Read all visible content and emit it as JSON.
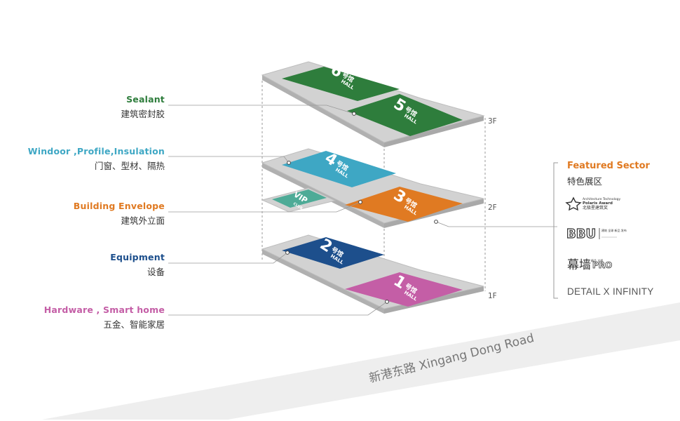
{
  "colors": {
    "green": "#2e7d3c",
    "teal": "#3ea7c4",
    "orange": "#e07a22",
    "navy": "#1d4f8c",
    "pink": "#c45ea6",
    "gray_plate": "#c9c9c9",
    "road": "#eeeeee"
  },
  "labels": [
    {
      "en": "Sealant",
      "zh": "建筑密封胶",
      "color": "#2e7d3c"
    },
    {
      "en": "Windoor ,Profile,Insulation",
      "zh": "门窗、型材、隔热",
      "color": "#3ea7c4"
    },
    {
      "en": "Building Envelope",
      "zh": "建筑外立面",
      "color": "#e07a22"
    },
    {
      "en": "Equipment",
      "zh": "设备",
      "color": "#1d4f8c"
    },
    {
      "en": "Hardware , Smart home",
      "zh": "五金、智能家居",
      "color": "#c45ea6"
    }
  ],
  "floors": {
    "f3": "3F",
    "f2": "2F",
    "f1": "1F"
  },
  "halls": {
    "h6": {
      "num": "6",
      "zh": "号馆",
      "en": "HALL"
    },
    "h5": {
      "num": "5",
      "zh": "号馆",
      "en": "HALL"
    },
    "h4": {
      "num": "4",
      "zh": "号馆",
      "en": "HALL"
    },
    "h3": {
      "num": "3",
      "zh": "号馆",
      "en": "HALL"
    },
    "h2": {
      "num": "2",
      "zh": "号馆",
      "en": "HALL"
    },
    "h1": {
      "num": "1",
      "zh": "号馆",
      "en": "HALL"
    },
    "club": {
      "name": "VIP",
      "sub": "CLUB"
    }
  },
  "featured": {
    "title": "Featured Sector",
    "zh": "特色展区",
    "polaris_en1": "Architecture Technology",
    "polaris_en2": "Polaris Award",
    "polaris_zh": "北极星建筑奖",
    "bbu": "BBU",
    "bbu_side": "建筑 全球 新品 发布",
    "mq": "幕墙",
    "mq_pro": "PRO",
    "mq_small": "精品 大师",
    "detail": "DETAIL X INFINITY"
  },
  "road": "新港东路 Xingang Dong Road"
}
